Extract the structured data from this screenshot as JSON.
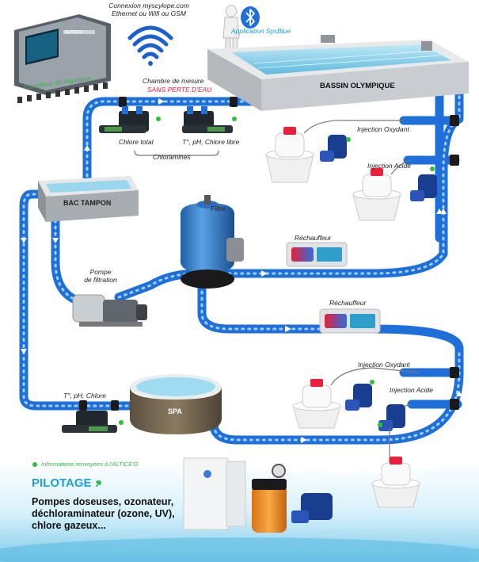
{
  "labels": {
    "connexion_line1": "Connexion myscylope.com",
    "connexion_line2": "Ethernet ou Wifi ou GSM",
    "controleur": "Contrôleur de régulation",
    "controleur_brand": "ALTICE'O",
    "application": "Application SysBlue",
    "bassin": "BASSIN OLYMPIQUE",
    "chambre_mesure": "Chambre de mesure",
    "sans_perte": "SANS PERTE D'EAU",
    "chlore_total": "Chlore total",
    "tph_chlore_libre": "T°, pH, Chlore libre",
    "chloramines": "Chloramines",
    "injection_oxydant_1": "Injection Oxydant",
    "injection_acide_1": "Injection Acide",
    "bac_tampon": "BAC TAMPON",
    "filtre": "Filtre",
    "rechauffeur_1": "Réchauffeur",
    "pompe_filtration_line1": "Pompe",
    "pompe_filtration_line2": "de filtration",
    "rechauffeur_2": "Réchauffeur",
    "injection_oxydant_2": "Injection Oxydant",
    "injection_acide_2": "Injection Acide",
    "tph_chlore": "T°, pH, Chlore",
    "spa": "SPA",
    "informations": "Informations renvoyées à l'ALTICE'O"
  },
  "pilotage": {
    "title": "PILOTAGE :",
    "lines": [
      "Pompes doseuses, ozonateur,",
      "déchloraminateur (ozone, UV),",
      "chlore gazeux..."
    ]
  },
  "colors": {
    "pipe": "#1e6fd9",
    "pipe_light": "#9fd0ff",
    "status_dot": "#2fbf3a",
    "accent_red": "#e8203a",
    "title_blue": "#1aa0d8"
  },
  "icons": [
    "wifi-icon",
    "bluetooth-icon",
    "status-dot-icon",
    "flow-arrow-icon"
  ]
}
